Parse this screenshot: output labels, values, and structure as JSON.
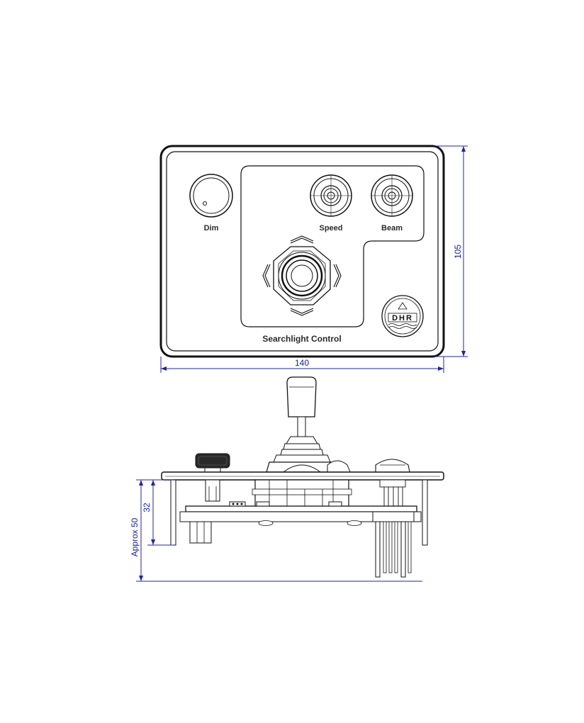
{
  "panel": {
    "labels": {
      "dim": "Dim",
      "speed": "Speed",
      "beam": "Beam",
      "title": "Searchlight Control",
      "logo": "DHR"
    }
  },
  "dimensions": {
    "width": "140",
    "height": "105",
    "depth_body": "32",
    "depth_total": "Approx 50"
  },
  "colors": {
    "line": "#111111",
    "dimension": "#2222aa",
    "background": "#ffffff"
  }
}
